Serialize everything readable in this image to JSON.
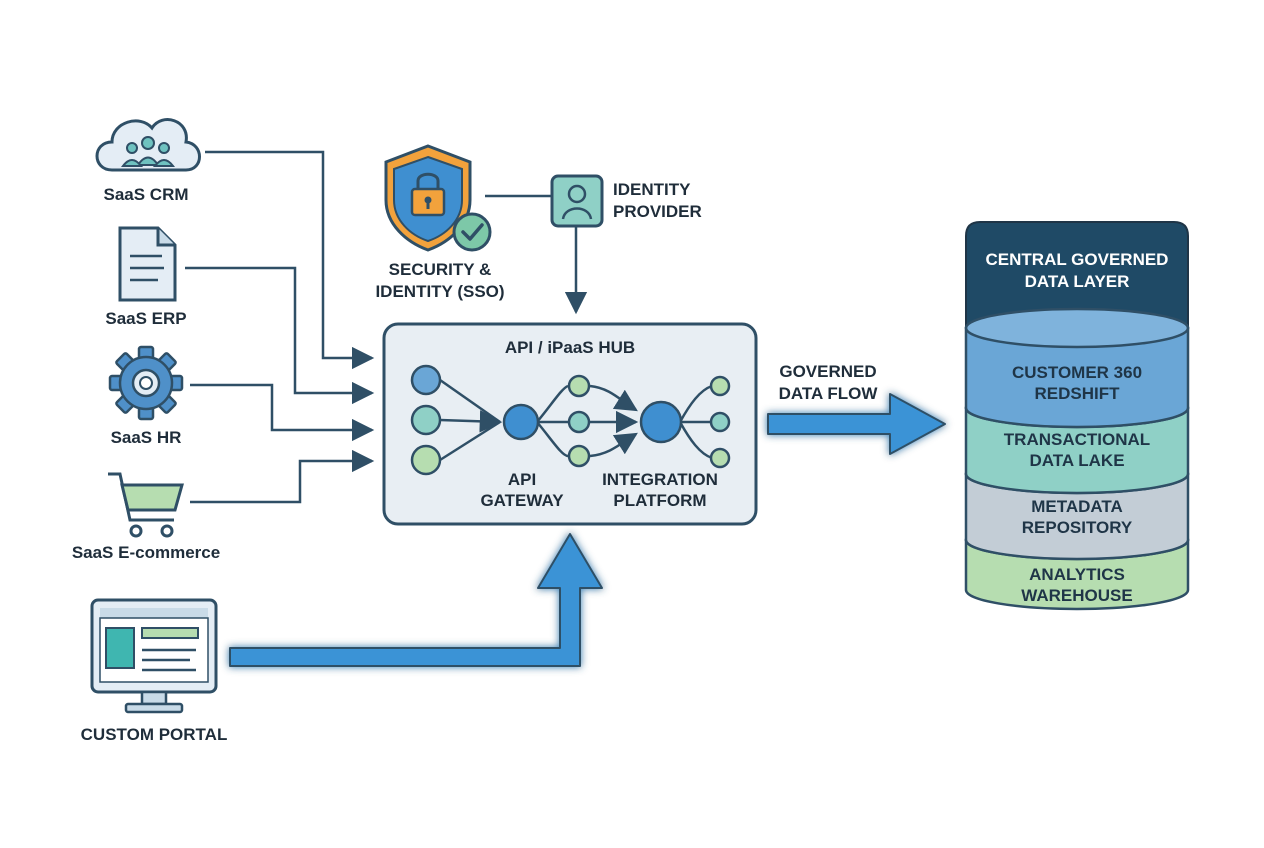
{
  "sources": [
    {
      "label": "SaaS CRM",
      "icon": "cloud-users-icon"
    },
    {
      "label": "SaaS ERP",
      "icon": "document-icon"
    },
    {
      "label": "SaaS HR",
      "icon": "gear-icon"
    },
    {
      "label": "SaaS E-commerce",
      "icon": "shopping-cart-icon"
    }
  ],
  "custom_portal": {
    "label": "CUSTOM PORTAL",
    "icon": "monitor-icon"
  },
  "security": {
    "line1": "SECURITY &",
    "line2": "IDENTITY (SSO)",
    "icon": "shield-lock-icon"
  },
  "identity_provider": {
    "line1": "IDENTITY",
    "line2": "PROVIDER",
    "icon": "user-badge-icon"
  },
  "hub": {
    "title": "API / iPaaS HUB",
    "gateway": {
      "line1": "API",
      "line2": "GATEWAY"
    },
    "platform": {
      "line1": "INTEGRATION",
      "line2": "PLATFORM"
    }
  },
  "flow": {
    "line1": "GOVERNED",
    "line2": "DATA FLOW"
  },
  "data_layer": {
    "header": {
      "line1": "CENTRAL GOVERNED",
      "line2": "DATA LAYER"
    },
    "layers": [
      {
        "line1": "CUSTOMER 360",
        "line2": "REDSHIFT",
        "color": "#6aa6d6"
      },
      {
        "line1": "TRANSACTIONAL",
        "line2": "DATA LAKE",
        "color": "#8fd0c6"
      },
      {
        "line1": "METADATA",
        "line2": "REPOSITORY",
        "color": "#c3cdd6"
      },
      {
        "line1": "ANALYTICS",
        "line2": "WAREHOUSE",
        "color": "#b6ddb0"
      }
    ]
  },
  "colors": {
    "line": "#2f4f66",
    "flow_arrow": "#3a93d6",
    "hub_bg": "#e8eef3",
    "db_header": "#1f4a66"
  }
}
